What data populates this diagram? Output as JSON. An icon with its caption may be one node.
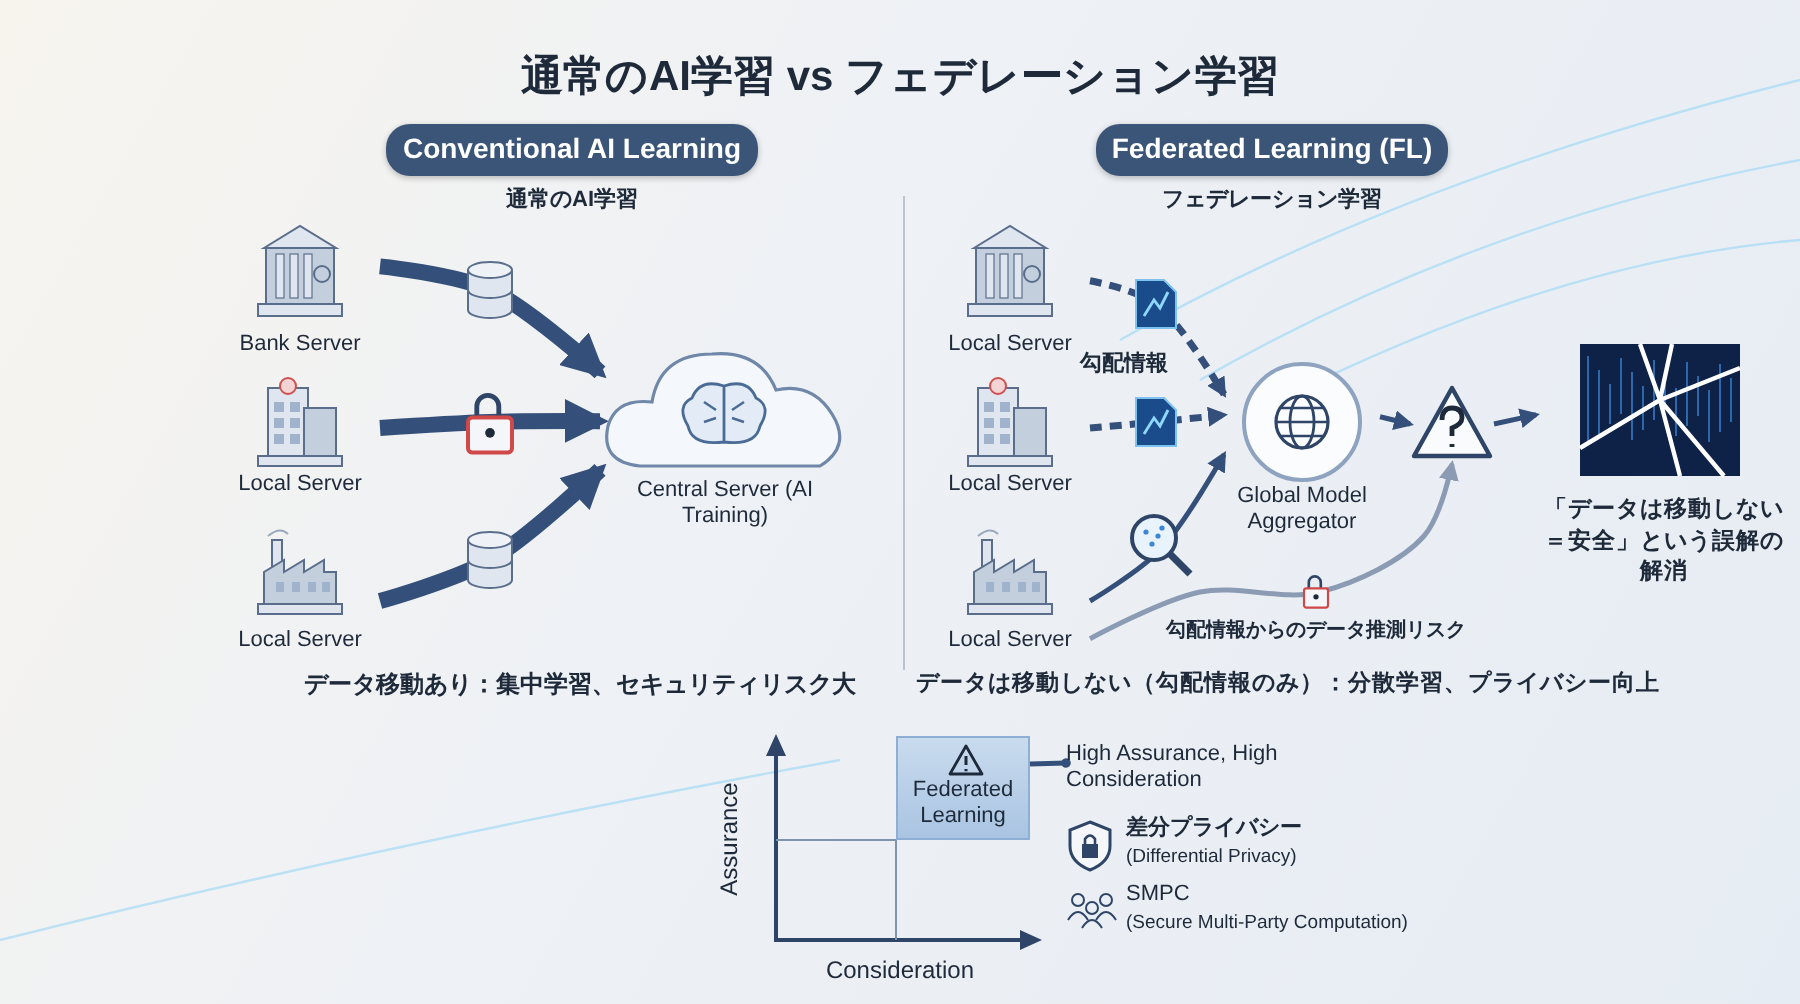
{
  "diagram": {
    "title": "通常のAI学習 vs フェデレーション学習",
    "nodes": [
      {
        "text": [
          "Bank Server"
        ]
      },
      {
        "text": [
          "Local Server"
        ]
      },
      {
        "text": [
          "Local Server"
        ]
      },
      {
        "text": [
          "Central Server (AI Training)"
        ]
      },
      {
        "text": [
          "Local Server"
        ]
      },
      {
        "text": [
          "Local Server"
        ]
      },
      {
        "text": [
          "Local Server"
        ]
      },
      {
        "text": [
          "Global Model Aggregator"
        ]
      },
      {
        "text": [],
        "shape": "triangle"
      },
      {
        "text": [
          "「データは移動しない＝安全」という誤解の解消"
        ]
      },
      {
        "text": [
          "Federated Learning"
        ]
      },
      {
        "text": [
          "High Assurance, High Consideration"
        ]
      }
    ],
    "edges": [
      {
        "from": 0,
        "to": 3,
        "arrow": "to",
        "style": "thick"
      },
      {
        "from": 1,
        "to": 3,
        "arrow": "to",
        "style": "thick"
      },
      {
        "from": 2,
        "to": 3,
        "arrow": "to",
        "style": "thick"
      },
      {
        "from": 4,
        "to": 7,
        "arrow": "to",
        "style": "dashed"
      },
      {
        "from": 5,
        "to": 7,
        "arrow": "to",
        "style": "dashed"
      },
      {
        "from": 6,
        "to": 7,
        "arrow": "to"
      },
      {
        "from": 7,
        "to": 8,
        "arrow": "to"
      },
      {
        "from": 8,
        "to": 9,
        "arrow": "to"
      },
      {
        "from": 6,
        "to": 8,
        "arrow": "to",
        "color": "#8c9bb4"
      },
      {
        "from": 10,
        "to": 11,
        "arrow": "other"
      }
    ],
    "labels": [
      "Conventional AI Learning",
      "通常のAI学習",
      "Federated Learning (FL)",
      "フェデレーション学習",
      "勾配情報",
      "勾配情報からのデータ推測リスク",
      "データ移動あり：集中学習、セキュリティリスク大",
      "データは移動しない（勾配情報のみ）：分散学習、プライバシー向上",
      "Assurance",
      "Consideration",
      "差分プライバシー",
      "(Differential Privacy)",
      "SMPC",
      "(Secure Multi-Party Computation)"
    ]
  }
}
